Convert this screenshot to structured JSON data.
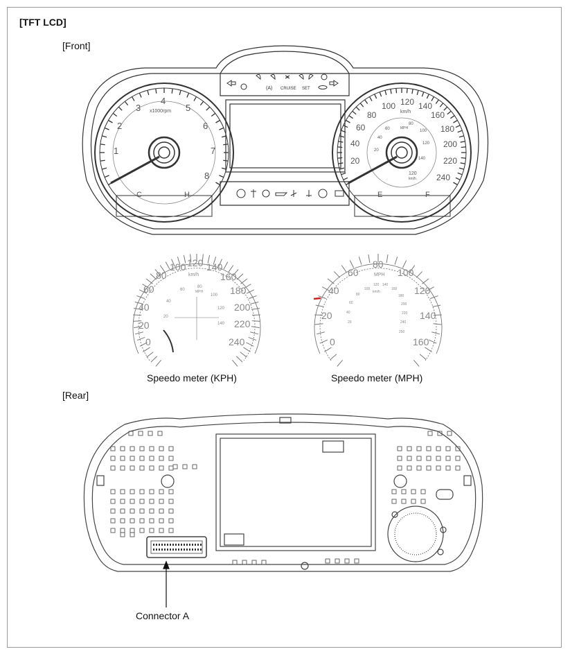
{
  "header": {
    "title": "[TFT LCD]"
  },
  "sections": {
    "front": "[Front]",
    "rear": "[Rear]"
  },
  "tachometer": {
    "ticks": [
      "1",
      "2",
      "3",
      "4",
      "5",
      "6",
      "7",
      "8"
    ],
    "unit": "x1000rpm",
    "temp_labels": [
      "C",
      "H"
    ]
  },
  "speedometer_cluster": {
    "ticks": [
      "20",
      "40",
      "60",
      "80",
      "100",
      "120",
      "140",
      "160",
      "180",
      "200",
      "220",
      "240"
    ],
    "unit": "km/h",
    "fuel_labels": [
      "E",
      "F"
    ],
    "inner_mph": [
      "20",
      "40",
      "60",
      "80",
      "100",
      "120",
      "140"
    ],
    "inner_unit": "MPH",
    "inner_bottom": [
      "120",
      "km/h"
    ]
  },
  "indicators": {
    "top_text": [
      "(A)",
      "CRUISE",
      "SET"
    ]
  },
  "kph_meter": {
    "caption": "Speedo meter (KPH)",
    "outer": [
      "0",
      "20",
      "40",
      "60",
      "80",
      "100",
      "120",
      "140",
      "160",
      "180",
      "200",
      "220",
      "240"
    ],
    "outer_unit": "km/h",
    "inner": [
      "20",
      "40",
      "60",
      "80",
      "100",
      "120",
      "140"
    ],
    "inner_unit": "MPH"
  },
  "mph_meter": {
    "caption": "Speedo meter (MPH)",
    "outer": [
      "0",
      "20",
      "40",
      "60",
      "80",
      "100",
      "120",
      "140",
      "160"
    ],
    "outer_unit": "MPH",
    "inner": [
      "20",
      "40",
      "60",
      "80",
      "100",
      "120",
      "140",
      "160",
      "180",
      "200",
      "220",
      "240",
      "250"
    ],
    "inner_unit": "km/h"
  },
  "rear": {
    "connector_label": "Connector A"
  }
}
